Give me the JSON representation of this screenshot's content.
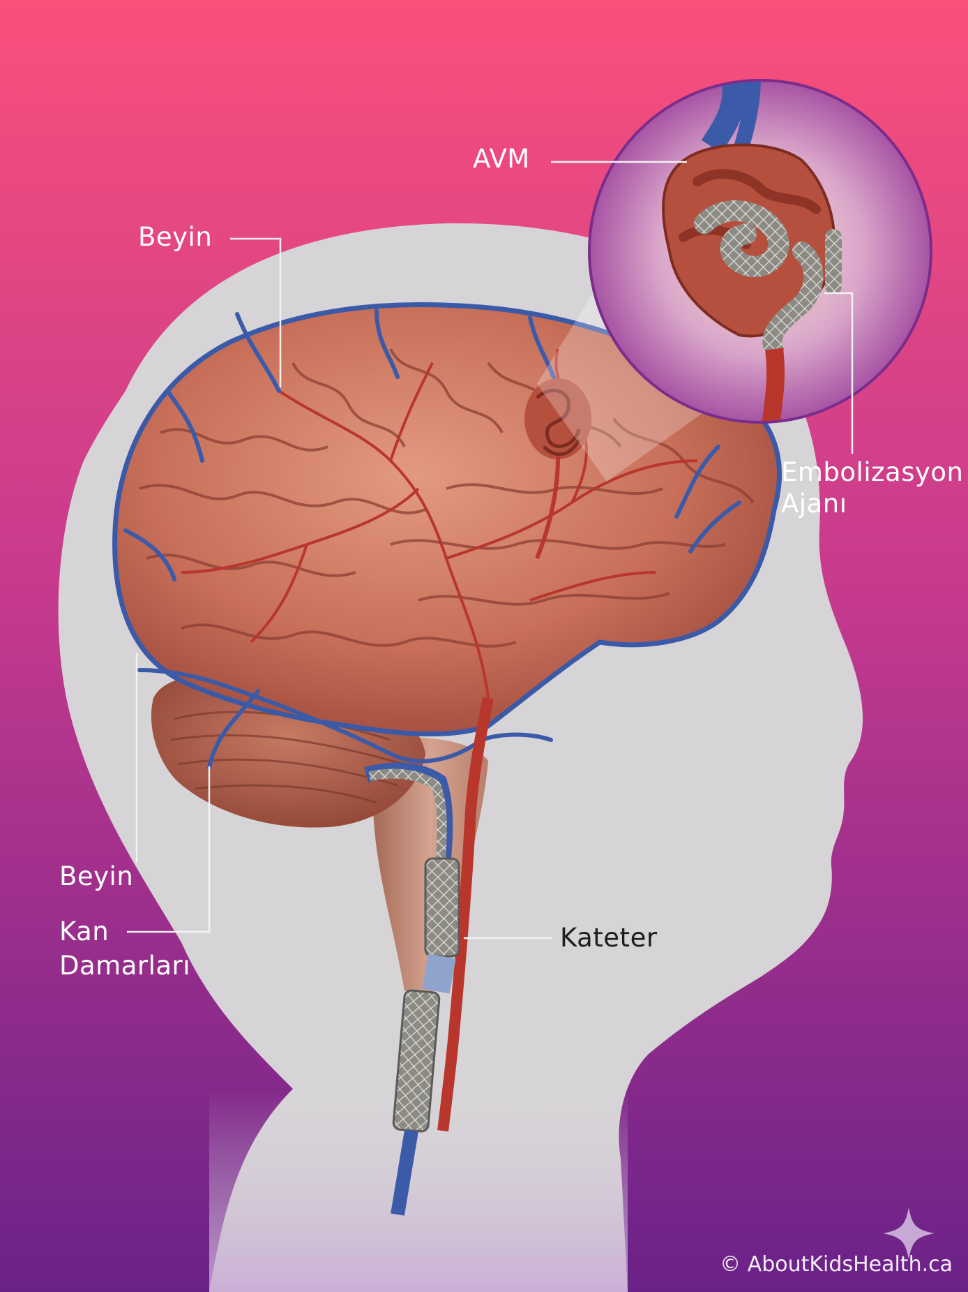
{
  "labels": {
    "avm": "AVM",
    "beyin_top": "Beyin",
    "embolization_line1": "Embolizasyon",
    "embolization_line2": "Ajanı",
    "beyin_bottom": "Beyin",
    "vessels_line1": "Kan",
    "vessels_line2": "Damarları",
    "catheter": "Kateter"
  },
  "credit": "© AboutKidsHealth.ca",
  "colors": {
    "background_top": "#f7507a",
    "background_bottom": "#6a2289",
    "silhouette": "#d6d3d6",
    "brain": "#c9705a",
    "artery": "#b8362c",
    "vein": "#3b5aa8",
    "coil": "#8a8a86"
  }
}
